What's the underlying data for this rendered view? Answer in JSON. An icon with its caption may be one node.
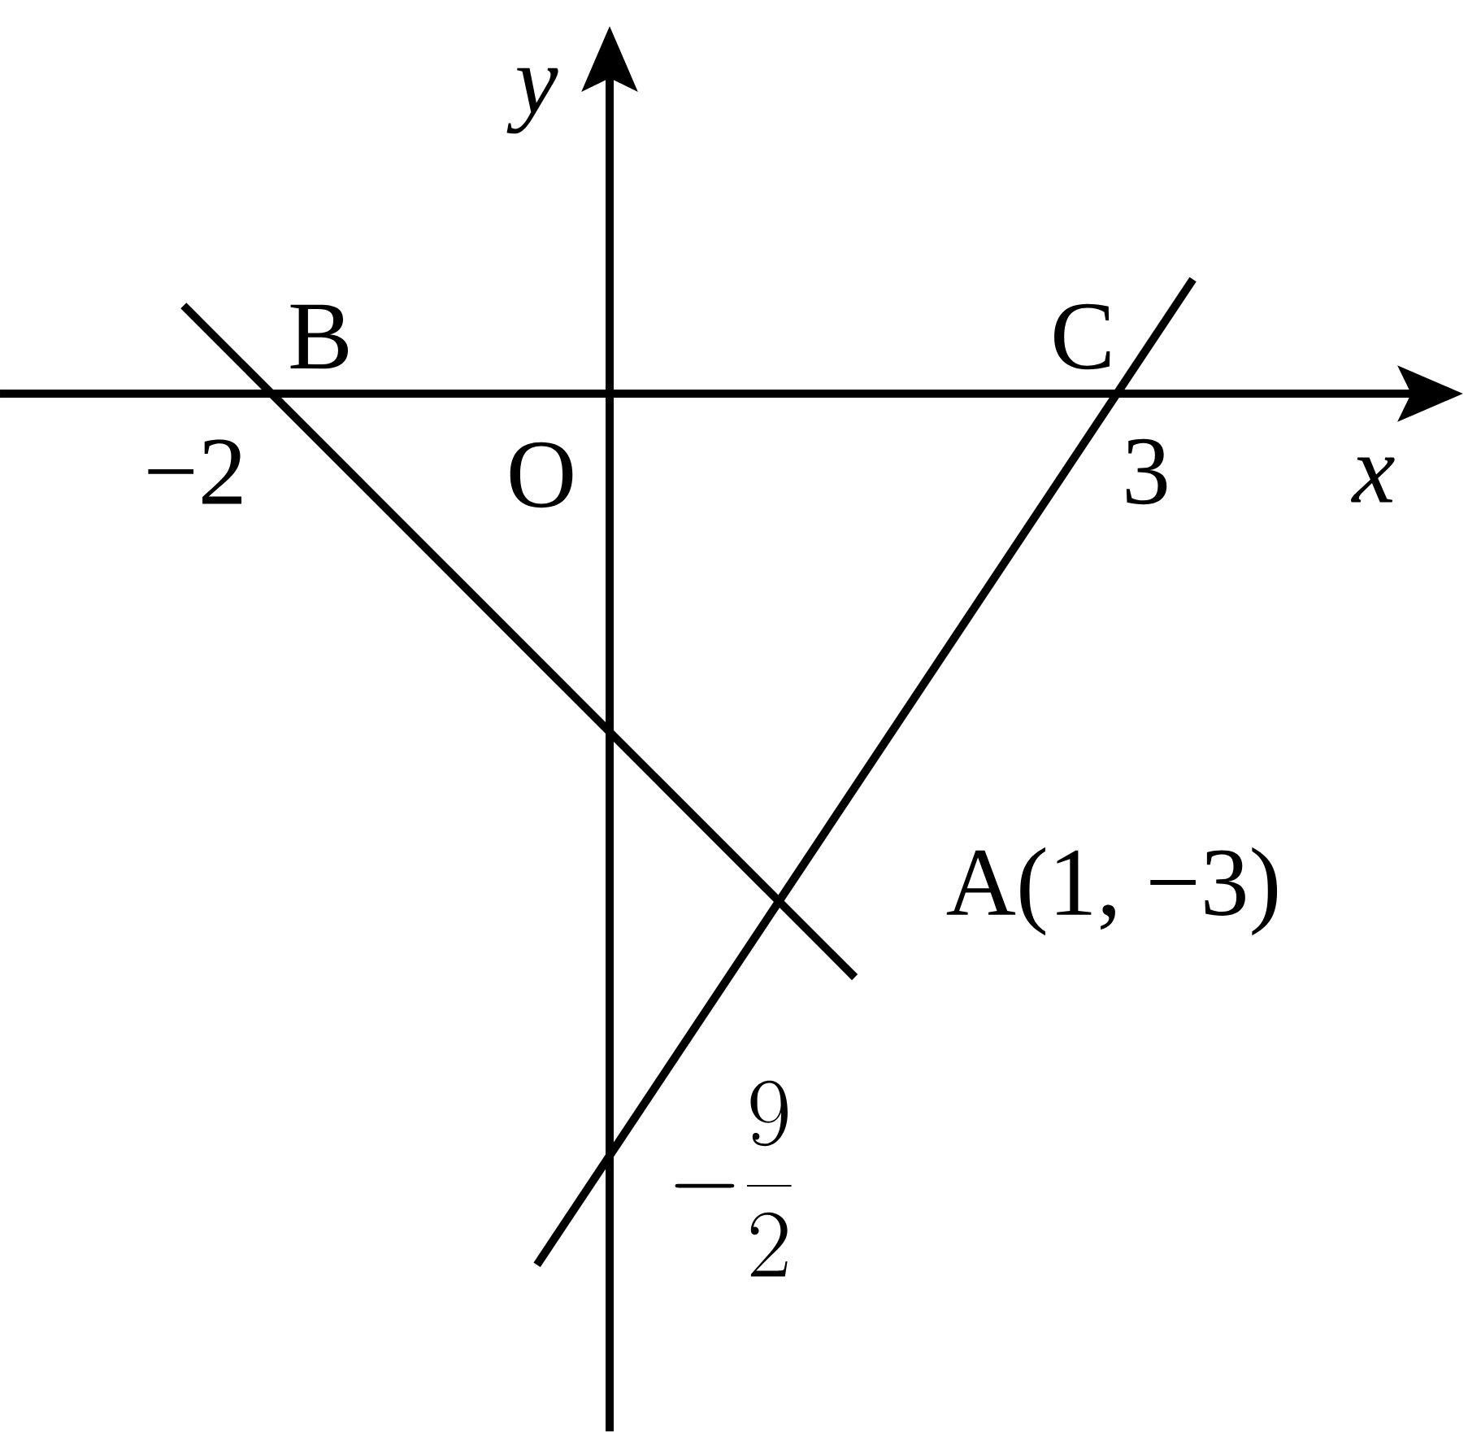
{
  "diagram": {
    "labels": [
      "y",
      "B",
      "C",
      "−2",
      "O",
      "3",
      "x",
      "A(1, −3)",
      "-\\frac{9}{2}"
    ]
  }
}
